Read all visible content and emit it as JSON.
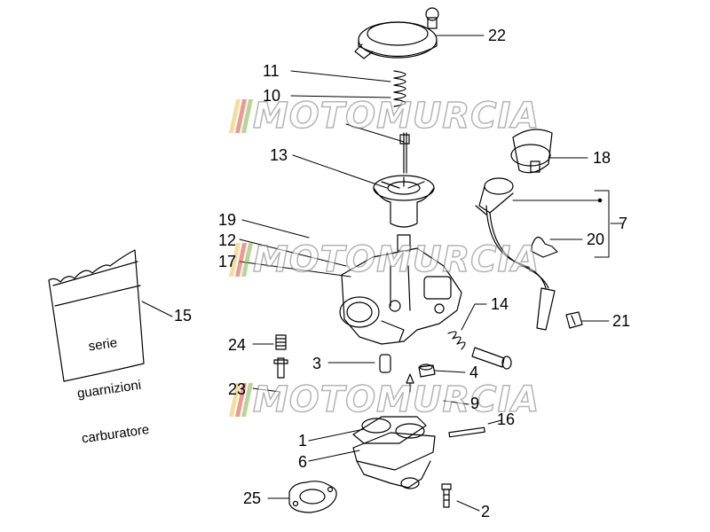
{
  "callouts": [
    {
      "id": "22",
      "label": "22"
    },
    {
      "id": "11",
      "label": "11"
    },
    {
      "id": "10",
      "label": "10"
    },
    {
      "id": "13",
      "label": "13"
    },
    {
      "id": "18",
      "label": "18"
    },
    {
      "id": "7",
      "label": "7"
    },
    {
      "id": "19",
      "label": "19"
    },
    {
      "id": "12",
      "label": "12"
    },
    {
      "id": "17",
      "label": "17"
    },
    {
      "id": "20",
      "label": "20"
    },
    {
      "id": "15",
      "label": "15"
    },
    {
      "id": "14",
      "label": "14"
    },
    {
      "id": "21",
      "label": "21"
    },
    {
      "id": "24",
      "label": "24"
    },
    {
      "id": "3",
      "label": "3"
    },
    {
      "id": "4",
      "label": "4"
    },
    {
      "id": "23",
      "label": "23"
    },
    {
      "id": "9",
      "label": "9"
    },
    {
      "id": "16",
      "label": "16"
    },
    {
      "id": "1",
      "label": "1"
    },
    {
      "id": "6",
      "label": "6"
    },
    {
      "id": "25",
      "label": "25"
    },
    {
      "id": "2",
      "label": "2"
    }
  ],
  "bag": {
    "line1": "serie",
    "line2": "guarnizioni",
    "line3": "carburatore"
  },
  "watermark": {
    "text": "MOTOMURCIA",
    "stripe_colors": [
      "#f2c14e",
      "#d94a3a",
      "#7fb24a"
    ]
  },
  "colors": {
    "line": "#000000",
    "wm_outline": "#777777"
  }
}
